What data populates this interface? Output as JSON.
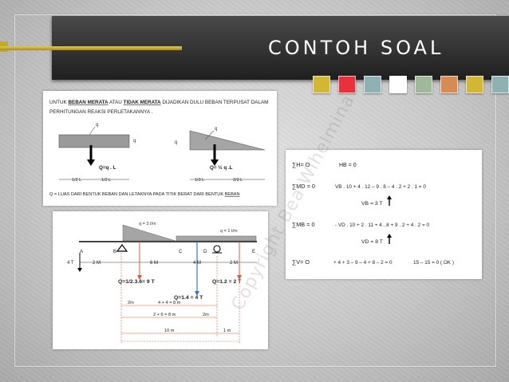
{
  "slide": {
    "title": "CONTOH SOAL",
    "accent_colors": [
      "#d4b636",
      "#e8313a",
      "#8fb1b4",
      "#ffffff",
      "#9fb89a",
      "#d98a52",
      "#d4b636",
      "#8fb1b4"
    ]
  },
  "panel_top": {
    "intro_line1_a": "UNTUK ",
    "intro_line1_b": "BEBAN MERATA",
    "intro_line1_c": " ATAU ",
    "intro_line1_d": "TIDAK MERATA",
    "intro_line1_e": " DIJADIKAN DULU BEBAN TERPUSAT DALAM",
    "intro_line2": "PERHITUNGAN  REAKSI PERLETAKANNYA .",
    "q_label": "q",
    "formula_uniform": "Q=q . L",
    "formula_triangle": "Q= ½ q .L",
    "half_left": "1/2 L",
    "half_right": "1/2 L",
    "third_left": "1/3 L",
    "third_right": "2/3 L",
    "footer_a": "Q = LUAS DARI BENTUK BEBAN DAN LETAKNYA  PADA TITIK BERAT DARI BENTUK ",
    "footer_b": "BEBAN"
  },
  "panel_beam": {
    "load_tri": "q = 3 t/m",
    "load_uni": "q = 1 t/m",
    "node_a": "A",
    "node_b": "B",
    "node_c": "C",
    "node_d": "D",
    "node_e": "E",
    "force_left": "4 T",
    "dim_2m_a": "2 M",
    "dim_6m": "6 M",
    "dim_4m": "4 M",
    "dim_2m_b": "2 M",
    "q1": "Q=1/2.3.6= 9 T",
    "q2": "Q=1.2 = 2 T",
    "q3": "Q=1.4 = 4 T",
    "d1_label": "2m",
    "d2_label": "4 + 4 = 8 m",
    "d3_label": "2 + 6 = 8 m",
    "d4_label": "2m",
    "d5_label": "10 m",
    "d6_label": "1 m"
  },
  "panel_eq": {
    "line1_a": "∑H= O",
    "line1_b": "HB = 0",
    "line2_a": "∑MD = 0",
    "line2_b": "VB . 10 + 4 . 12 – 9 . 8 – 4 . 2 + 2 . 1 = 0",
    "line3": "VB = 3 T",
    "line4_a": "∑MB = 0",
    "line4_b": "- VD . 10 + 2 . 11 + 4 . 8 + 9 . 2 + 4 . 2 = 0",
    "line5": "VD = 8 T",
    "line6_a": "∑V= O",
    "line6_b": "+ 4 + 3 – 9 – 4 + 8 – 2 = 0",
    "line6_c": "15 – 15 = 0  ( OK )"
  },
  "watermark": "Copyright Bea Wihelmina"
}
